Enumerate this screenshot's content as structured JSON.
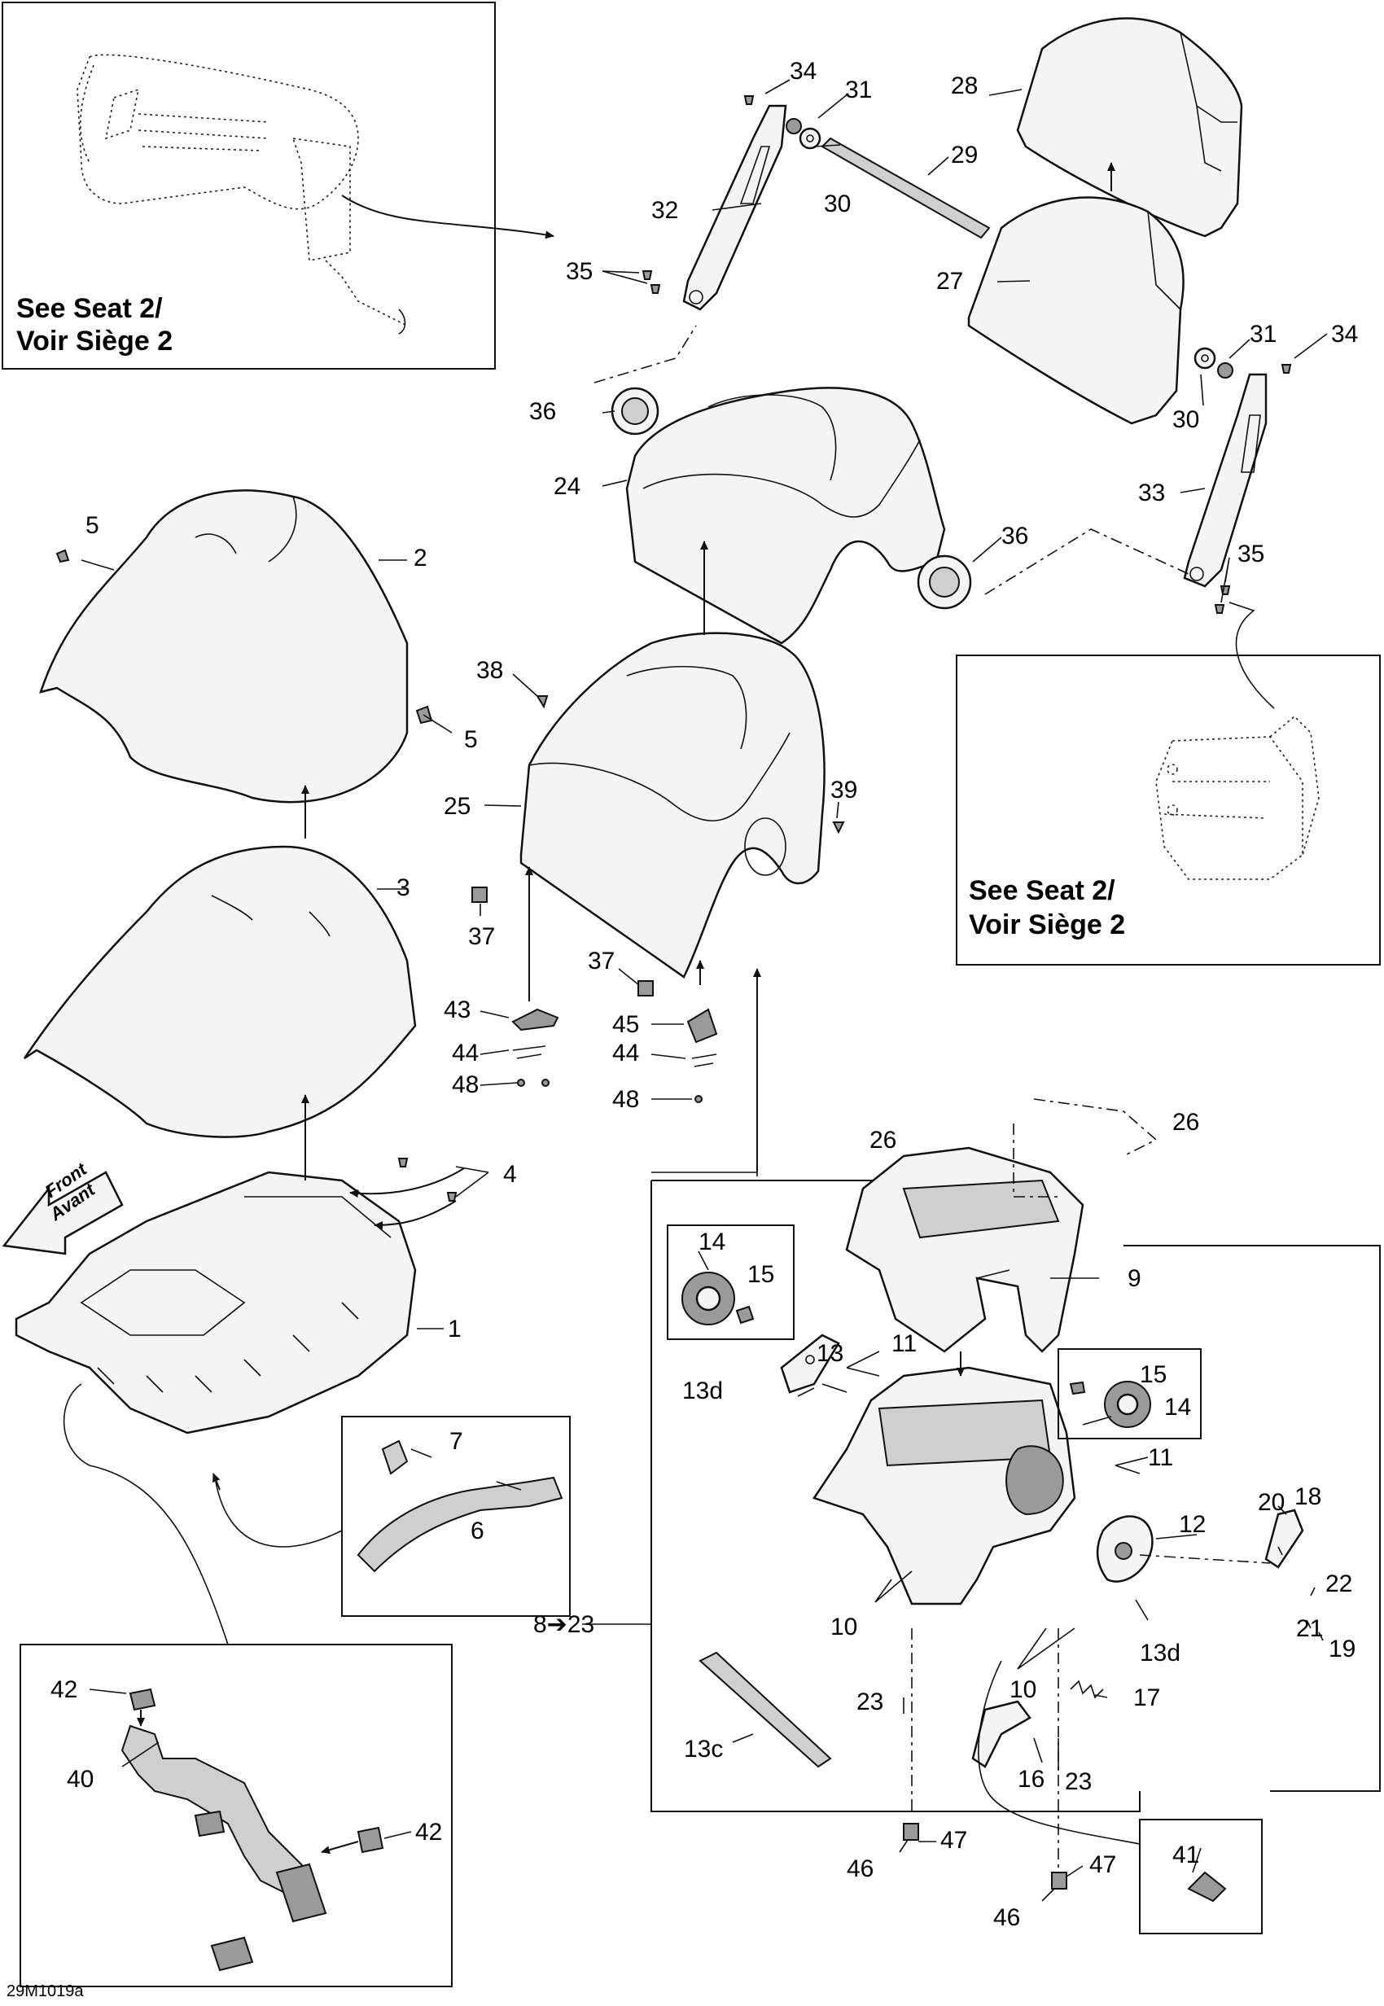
{
  "diagram_code": "29M1019a",
  "front_label": {
    "line1": "Front",
    "line2": "Avant"
  },
  "see_box_top_left": {
    "line1": "See Seat 2/",
    "line2": "Voir Siège 2"
  },
  "see_box_right": {
    "line1": "See Seat 2/",
    "line2": "Voir Siège 2"
  },
  "callouts": {
    "c1": "1",
    "c2": "2",
    "c3": "3",
    "c4": "4",
    "c5a": "5",
    "c5b": "5",
    "c6": "6",
    "c7": "7",
    "c8_23": "8➔23",
    "c9": "9",
    "c10a": "10",
    "c10b": "10",
    "c11a": "11",
    "c11b": "11",
    "c12": "12",
    "c13": "13",
    "c13c": "13c",
    "c13d_a": "13d",
    "c13d_b": "13d",
    "c14a": "14",
    "c14b": "14",
    "c15a": "15",
    "c15b": "15",
    "c16": "16",
    "c17": "17",
    "c18": "18",
    "c19": "19",
    "c20": "20",
    "c21": "21",
    "c22": "22",
    "c23a": "23",
    "c23b": "23",
    "c24": "24",
    "c25": "25",
    "c26a": "26",
    "c26b": "26",
    "c27": "27",
    "c28": "28",
    "c29": "29",
    "c30a": "30",
    "c30b": "30",
    "c31a": "31",
    "c31b": "31",
    "c32": "32",
    "c33": "33",
    "c34a": "34",
    "c34b": "34",
    "c35a": "35",
    "c35b": "35",
    "c36a": "36",
    "c36b": "36",
    "c37a": "37",
    "c37b": "37",
    "c38": "38",
    "c39": "39",
    "c40": "40",
    "c41": "41",
    "c42a": "42",
    "c42b": "42",
    "c43": "43",
    "c44a": "44",
    "c44b": "44",
    "c45": "45",
    "c46a": "46",
    "c46b": "46",
    "c47a": "47",
    "c47b": "47",
    "c48a": "48",
    "c48b": "48"
  }
}
